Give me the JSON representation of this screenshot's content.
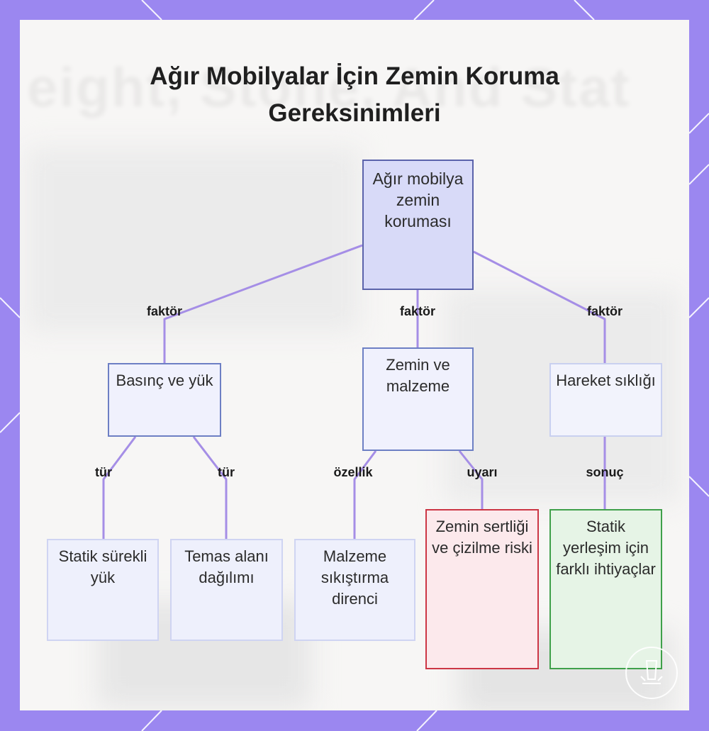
{
  "title": "Ağır Mobilyalar İçin Zemin Koruma Gereksinimleri",
  "background_text": "eight, Stone, And Stat",
  "nodes": {
    "root": "Ağır mobilya zemin koruması",
    "pressure": "Basınç ve yük",
    "floor": "Zemin ve malzeme",
    "movement": "Hareket sıklığı",
    "static_load": "Statik sürekli yük",
    "contact_area": "Temas alanı dağılımı",
    "compression": "Malzeme sıkıştırma direnci",
    "hardness": "Zemin sertliği ve çizilme riski",
    "static_needs": "Statik yerleşim için farklı ihtiyaçlar"
  },
  "edge_labels": {
    "factor_left": "faktör",
    "factor_center": "faktör",
    "factor_right": "faktör",
    "type_left": "tür",
    "type_right": "tür",
    "property": "özellik",
    "warning": "uyarı",
    "result": "sonuç"
  },
  "colors": {
    "frame": "#9b87f0",
    "edge": "#a58ee6",
    "root_fill": "#d8daf8",
    "warning_border": "#cc3645",
    "result_border": "#3fa04a"
  }
}
